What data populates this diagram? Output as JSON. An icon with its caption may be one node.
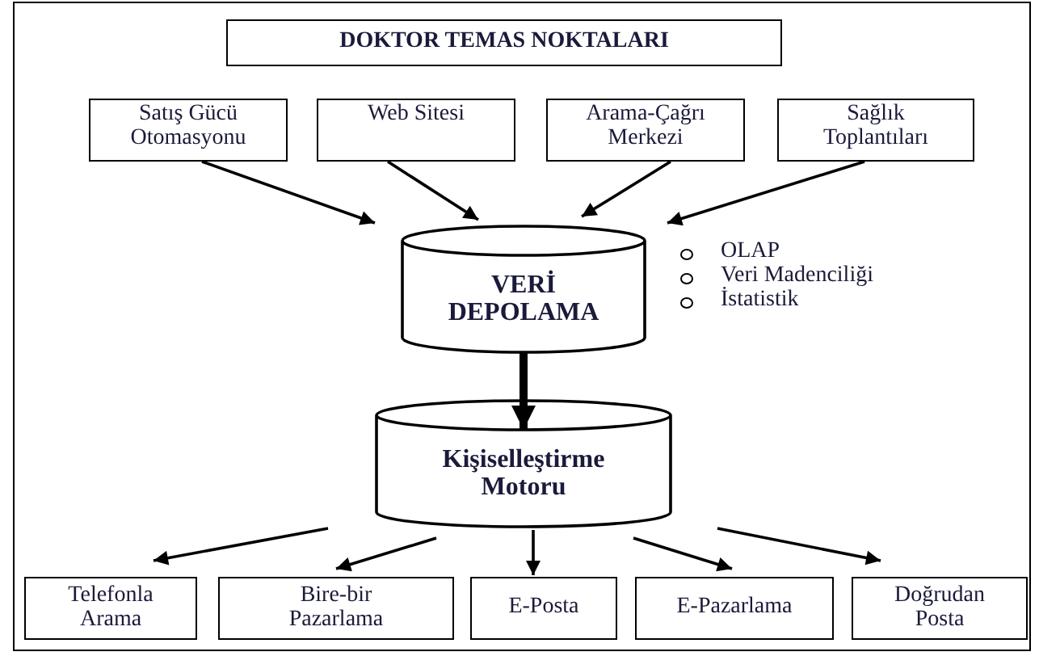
{
  "diagram": {
    "nodes": [
      {
        "text": [
          "DOKTOR TEMAS NOKTALARI"
        ]
      },
      {
        "text": [
          "Satış Gücü Otomasyonu"
        ]
      },
      {
        "text": [
          "Web Sitesi"
        ]
      },
      {
        "text": [
          "Arama-Çağrı Merkezi"
        ]
      },
      {
        "text": [
          "Sağlık Toplantıları"
        ]
      },
      {
        "text": [
          "VERİ DEPOLAMA"
        ]
      },
      {
        "text": [
          "Kişiselleştirme Motoru"
        ]
      },
      {
        "text": [
          "Telefonla Arama"
        ]
      },
      {
        "text": [
          "Bire-bir Pazarlama"
        ]
      },
      {
        "text": [
          "E-Posta"
        ]
      },
      {
        "text": [
          "E-Pazarlama"
        ]
      },
      {
        "text": [
          "Doğrudan Posta"
        ]
      }
    ],
    "edges": [
      {
        "from": 1,
        "to": 5,
        "arrow": "to"
      },
      {
        "from": 2,
        "to": 5,
        "arrow": "to"
      },
      {
        "from": 3,
        "to": 5,
        "arrow": "to"
      },
      {
        "from": 4,
        "to": 5,
        "arrow": "to"
      },
      {
        "from": 5,
        "to": 6,
        "arrow": "to",
        "style": "thick"
      },
      {
        "from": 6,
        "to": 7,
        "arrow": "to"
      },
      {
        "from": 6,
        "to": 8,
        "arrow": "to"
      },
      {
        "from": 6,
        "to": 9,
        "arrow": "to"
      },
      {
        "from": 6,
        "to": 10,
        "arrow": "to"
      },
      {
        "from": 6,
        "to": 11,
        "arrow": "to"
      }
    ],
    "labels": [
      "OLAP",
      "Veri Madenciliği",
      "İstatistik"
    ]
  }
}
